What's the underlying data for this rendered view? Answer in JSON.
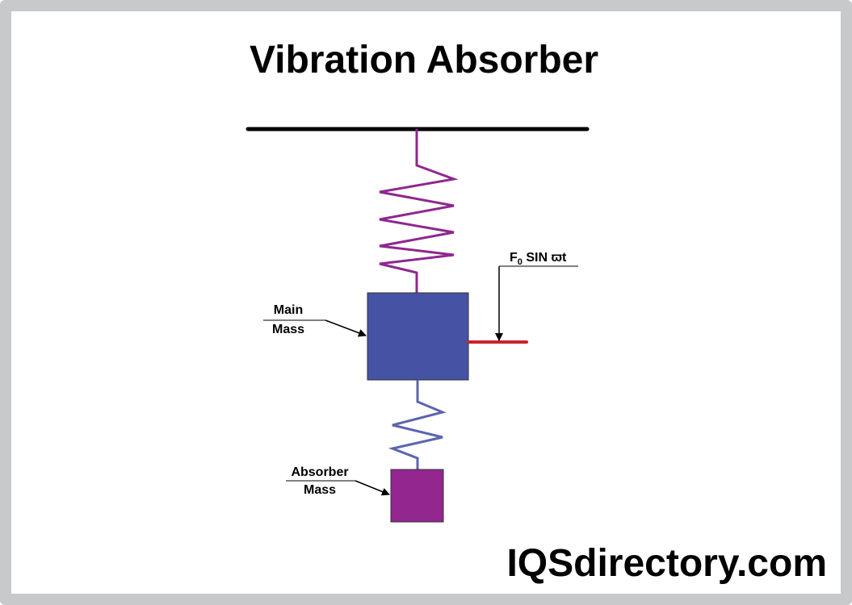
{
  "title": "Vibration Absorber",
  "labels": {
    "main_mass_line1": "Main",
    "main_mass_line2": "Mass",
    "absorber_mass_line1": "Absorber",
    "absorber_mass_line2": "Mass",
    "force_prefix": "F",
    "force_subscript": "0",
    "force_suffix": " SIN ϖt"
  },
  "brand": "IQSdirectory.com",
  "colors": {
    "main_mass": "#4652a3",
    "absorber_mass": "#93268f",
    "upper_spring": "#8e278f",
    "lower_spring": "#5c65ad",
    "force_bar": "#c8232b",
    "frame": "#c8c9cb"
  }
}
